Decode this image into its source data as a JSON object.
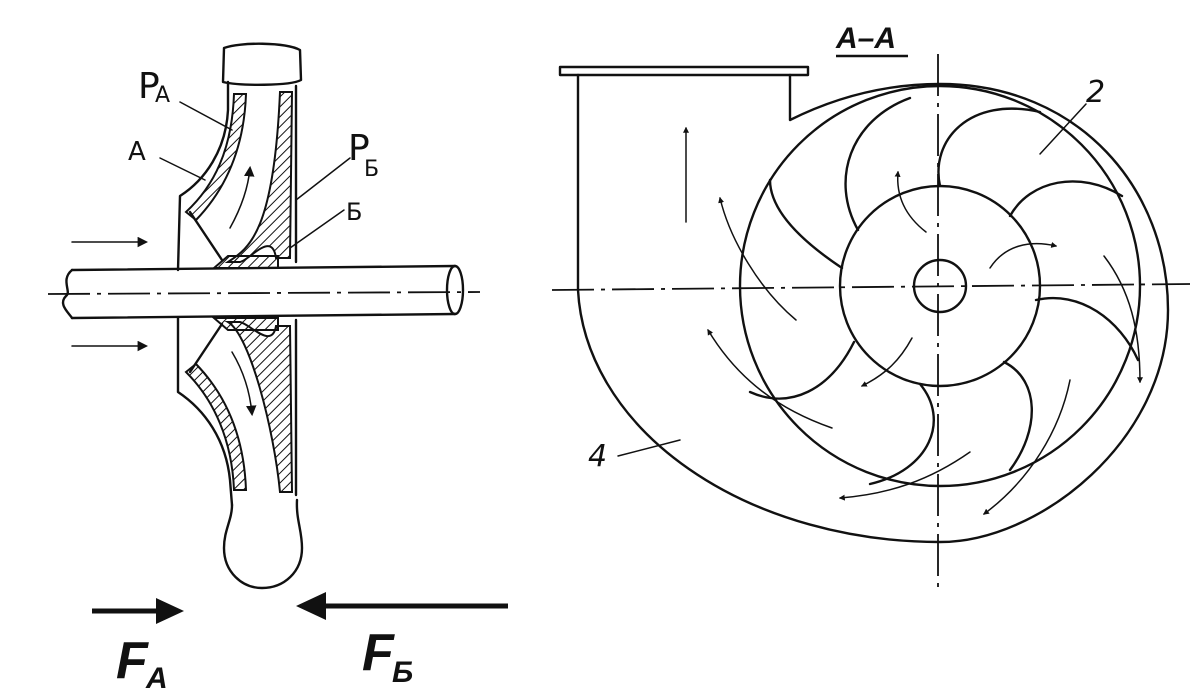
{
  "labels": {
    "p_a": "P",
    "p_a_sub": "А",
    "p_b": "P",
    "p_b_sub": "Б",
    "a": "А",
    "b": "Б",
    "section": "А–А",
    "num_2": "2",
    "num_4": "4",
    "f_a": "F",
    "f_a_sub": "А",
    "f_b": "F",
    "f_b_sub": "Б"
  }
}
